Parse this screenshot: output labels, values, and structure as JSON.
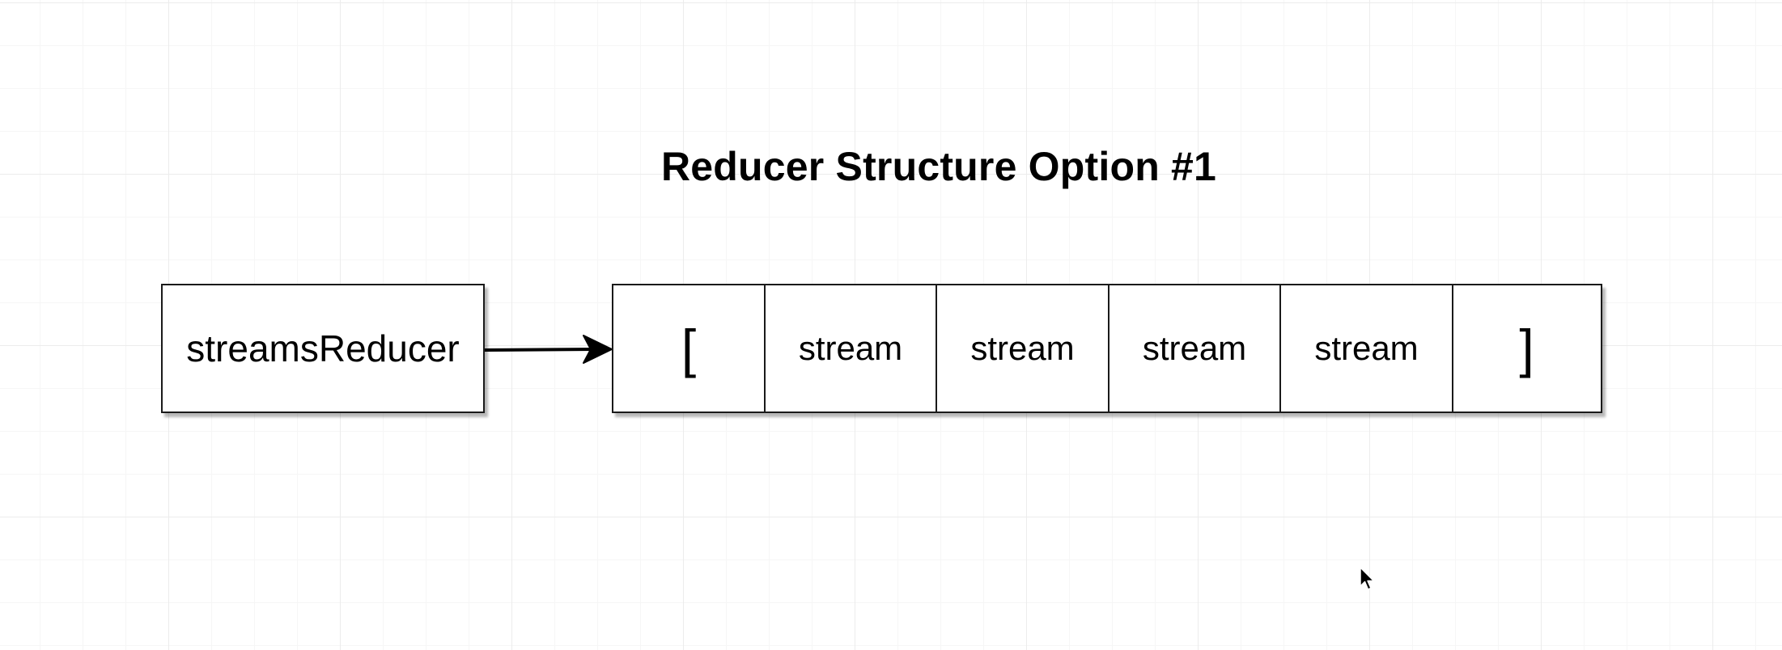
{
  "diagram": {
    "title": "Reducer Structure Option #1",
    "source_node": {
      "label": "streamsReducer"
    },
    "array_cells": [
      {
        "label": "["
      },
      {
        "label": "stream"
      },
      {
        "label": "stream"
      },
      {
        "label": "stream"
      },
      {
        "label": "stream"
      },
      {
        "label": "]"
      }
    ]
  },
  "colors": {
    "stroke": "#1a1a1a",
    "fill": "#ffffff",
    "grid": "#ececec"
  },
  "icons": {
    "cursor": "mouse-pointer-icon"
  }
}
